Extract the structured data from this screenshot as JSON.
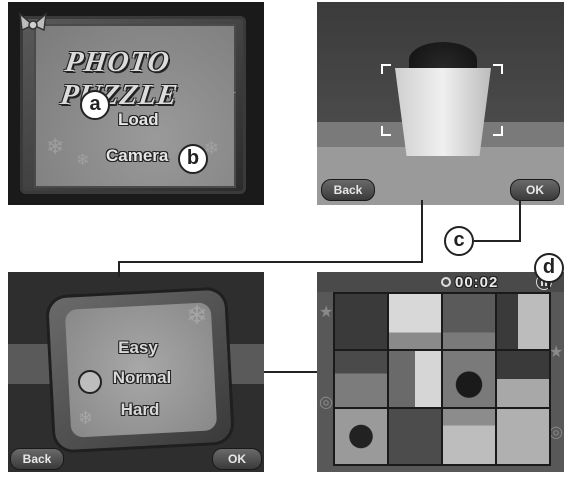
{
  "title_screen": {
    "title": "PHOTO PUZZLE",
    "menu": [
      "Load",
      "Camera"
    ]
  },
  "camera_screen": {
    "back_label": "Back",
    "ok_label": "OK"
  },
  "difficulty_screen": {
    "options": [
      "Easy",
      "Normal",
      "Hard"
    ],
    "selected": "Normal",
    "back_label": "Back",
    "ok_label": "OK"
  },
  "puzzle_screen": {
    "timer": "00:02"
  },
  "callouts": [
    "a",
    "b",
    "c",
    "d"
  ],
  "icons": [
    "ribbon-bow-icon",
    "star-icon",
    "snowflake-icon",
    "spiral-cursor-icon",
    "timer-icon",
    "pause-icon"
  ],
  "colors": {
    "screen_bg": "#121212",
    "callout_border": "#222222",
    "page_bg": "#ffffff"
  }
}
